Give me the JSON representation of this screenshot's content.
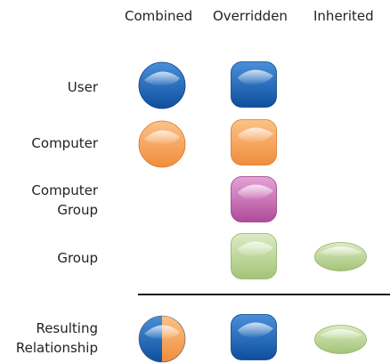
{
  "columns": {
    "combined": "Combined",
    "overridden": "Overridden",
    "inherited": "Inherited"
  },
  "rows": {
    "user": "User",
    "computer": "Computer",
    "computer_group_line1": "Computer",
    "computer_group_line2": "Group",
    "group": "Group",
    "result_line1": "Resulting",
    "result_line2": "Relationship"
  },
  "colors": {
    "blue": "#1565c0",
    "orange": "#f5a25a",
    "magenta": "#c96bb2",
    "green": "#b7d48f"
  }
}
